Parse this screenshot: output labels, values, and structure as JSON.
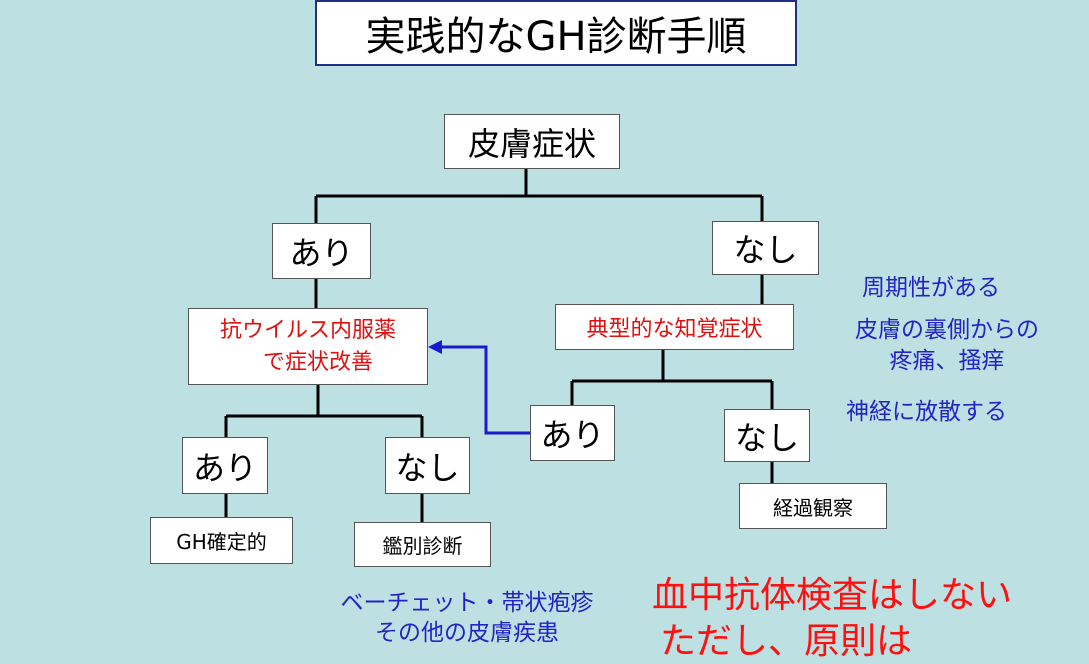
{
  "title": "実践的なGH診断手順",
  "root": "皮膚症状",
  "left_branch": {
    "label": "あり",
    "treatment": [
      "抗ウイルス内服薬",
      "で症状改善"
    ],
    "yes": {
      "label": "あり",
      "result": "GH確定的"
    },
    "no": {
      "label": "なし",
      "result": "鑑別診断"
    },
    "differential_note": [
      "ベーチェット・帯状疱疹",
      "その他の皮膚疾患"
    ]
  },
  "right_branch": {
    "label": "なし",
    "criterion": "典型的な知覚症状",
    "yes": {
      "label": "あり"
    },
    "no": {
      "label": "なし",
      "result": "経過観察"
    },
    "features": [
      "周期性がある",
      "皮膚の裏側からの",
      "疼痛、掻痒",
      "神経に放散する"
    ]
  },
  "bottom_text": [
    "血中抗体検査はしない",
    "ただし、原則は"
  ],
  "colors": {
    "background": "#bde0e2",
    "title_border": "#1f2f8a",
    "red_text": "#e01010",
    "blue_text": "#2323c8",
    "arrow": "#1a1ad0"
  }
}
